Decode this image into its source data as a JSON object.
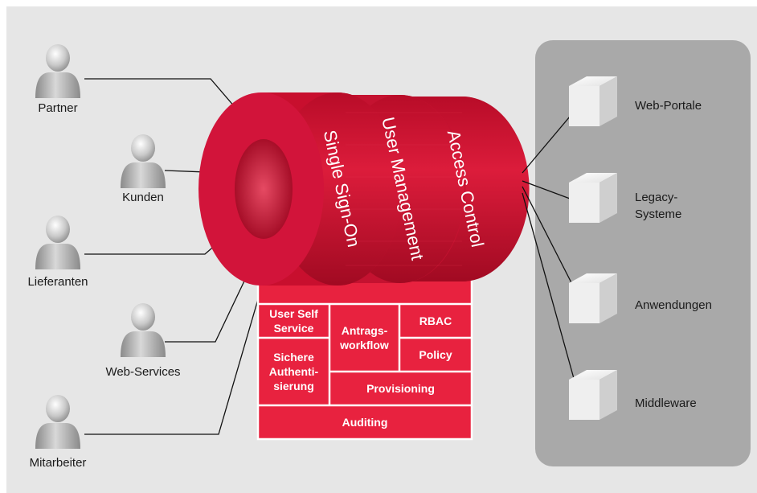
{
  "actors": [
    {
      "id": "partner",
      "label": "Partner"
    },
    {
      "id": "kunden",
      "label": "Kunden"
    },
    {
      "id": "lieferanten",
      "label": "Lieferanten"
    },
    {
      "id": "web-services",
      "label": "Web-Services"
    },
    {
      "id": "mitarbeiter",
      "label": "Mitarbeiter"
    }
  ],
  "cylinder": {
    "rings": [
      "Single Sign-On",
      "User Management",
      "Access Control"
    ],
    "color": "#c8102e"
  },
  "modules": {
    "user_self_service": "User Self\nService",
    "sichere_authentisierung": "Sichere\nAuthenti-\nsierung",
    "antragsworkflow": "Antrags-\nworkflow",
    "rbac": "RBAC",
    "policy": "Policy",
    "provisioning": "Provisioning",
    "auditing": "Auditing",
    "color": "#e8223f"
  },
  "systems": [
    {
      "id": "web-portale",
      "label": "Web-Portale"
    },
    {
      "id": "legacy",
      "label": "Legacy-\nSysteme"
    },
    {
      "id": "anwendungen",
      "label": "Anwendungen"
    },
    {
      "id": "middleware",
      "label": "Middleware"
    }
  ]
}
